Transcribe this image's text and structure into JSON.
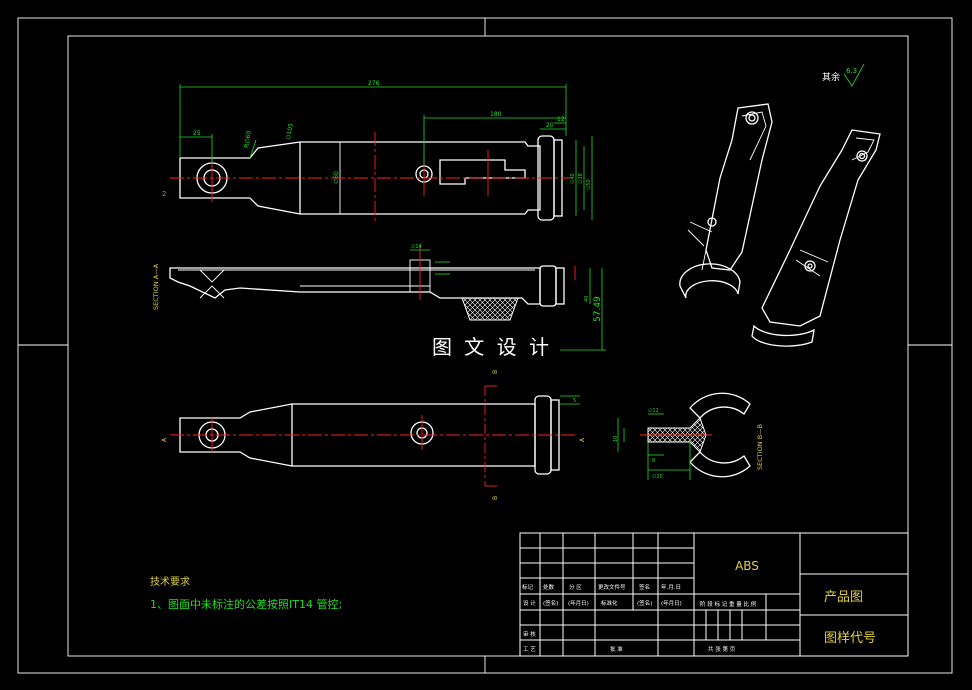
{
  "views": {
    "section_aa": "SECTION A—A",
    "section_bb": "SECTION B—B",
    "cut_a": "A",
    "cut_b": "B"
  },
  "dimensions": {
    "overall_length": "276",
    "mid_length": "180",
    "d25": "25",
    "d20": "20",
    "d12": "12",
    "r_left": "R∅60",
    "d_left2": "∅105",
    "d80": "∅80",
    "phi14": "∅14",
    "height_5749": "57.49",
    "d10": "10",
    "phi12": "∅12",
    "d8": "8",
    "phi20": "∅20"
  },
  "watermark": "图 文 设 计",
  "roughness": {
    "label": "其余",
    "value": "6.3"
  },
  "tech_requirements": {
    "title": "技术要求",
    "item1": "1、图面中未标注的公差按照IT14 管控;"
  },
  "title_block": {
    "material": "ABS",
    "product": "产品图",
    "drawing_no": "图样代号",
    "row_labels": [
      "标记",
      "处数",
      "分 区",
      "更改文件号",
      "签名",
      "年.月.日"
    ],
    "design": "设 计",
    "sign1": "(签名)",
    "date1": "(年月日)",
    "standard": "标准化",
    "sign2": "(签名)",
    "date2": "(年月日)",
    "stage_labels": "阶 段 标 记     重 量   比 例",
    "review": "审 核",
    "process": "工 艺",
    "approve": "批 准",
    "sheets": "共    张  第    页"
  }
}
